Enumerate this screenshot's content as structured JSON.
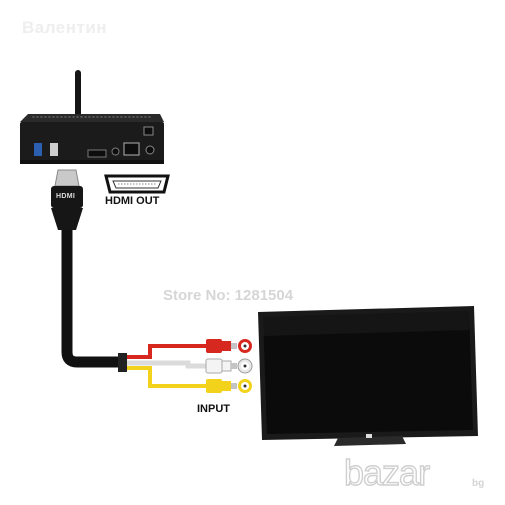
{
  "watermarks": {
    "seller": "Валентин",
    "store": "Store No: 1281504",
    "marketplace_name": "bazar",
    "marketplace_tld": "bg"
  },
  "labels": {
    "hdmi_out": "HDMI OUT",
    "input": "INPUT",
    "plug_brand": "HDMI"
  },
  "colors": {
    "cable_black": "#111111",
    "rca_red": "#d6281f",
    "rca_white": "#f2f2f2",
    "rca_yellow": "#f2d21a",
    "device_body": "#1c1c1c",
    "tv_screen": "#0b0b0b"
  },
  "icons": [
    "wifi-antenna-icon",
    "usb-port-icon",
    "ethernet-port-icon"
  ]
}
